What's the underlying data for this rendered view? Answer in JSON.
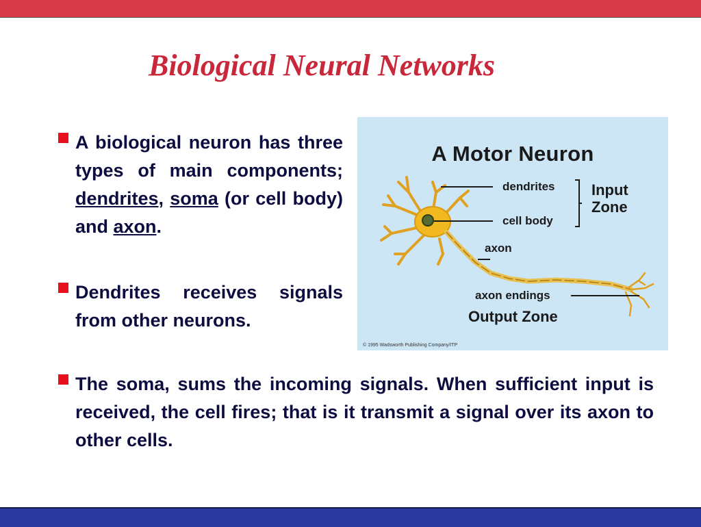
{
  "title": "Biological Neural Networks",
  "bullets": {
    "b1": {
      "p1": "A biological neuron has three types of main components; ",
      "dendrites": "dendrites",
      "comma": ", ",
      "soma": "soma",
      "p2": " (or cell body) and ",
      "axon": "axon",
      "end": "."
    },
    "b2": {
      "text": "Dendrites receives signals from other neurons."
    },
    "b3": {
      "text": "The soma, sums the incoming signals.  When sufficient input is received, the cell fires; that is it transmit a signal over its axon to other cells."
    }
  },
  "figure": {
    "title": "A Motor Neuron",
    "labels": {
      "dendrites": "dendrites",
      "cell_body": "cell body",
      "axon": "axon",
      "axon_endings": "axon endings"
    },
    "input_zone": {
      "line1": "Input",
      "line2": "Zone"
    },
    "output_zone": "Output Zone",
    "copyright": "© 1995 Wadsworth Publishing Company/ITP"
  },
  "colors": {
    "top_bar": "#d93a4a",
    "bottom_bar": "#2a3aa0",
    "title": "#c8283a",
    "bullet": "#e8101e",
    "figure_bg": "#cde6f5"
  }
}
